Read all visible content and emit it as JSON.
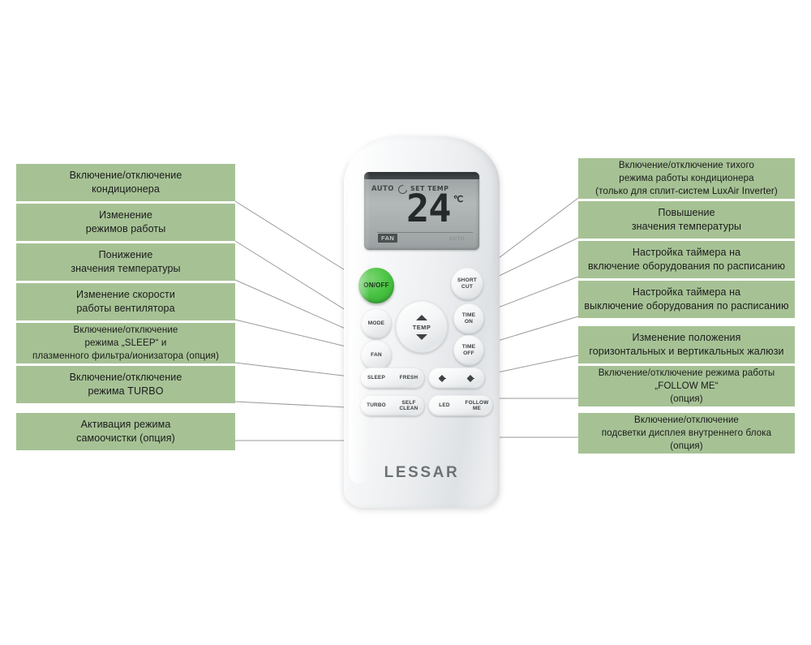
{
  "diagram": {
    "title": "LESSAR remote control button guide",
    "accent_green": "#a6c295",
    "wire_color": "#9a9a9a"
  },
  "left_callouts": [
    {
      "id": "power",
      "lines": [
        "Включение/отключение",
        "кондиционера"
      ]
    },
    {
      "id": "mode",
      "lines": [
        "Изменение",
        "режимов работы"
      ]
    },
    {
      "id": "temp-down",
      "lines": [
        "Понижение",
        "значения температуры"
      ]
    },
    {
      "id": "fan-speed",
      "lines": [
        "Изменение скорости",
        "работы вентилятора"
      ]
    },
    {
      "id": "sleep",
      "lines": [
        "Включение/отключение",
        "режима „SLEEP“ и",
        "плазменного фильтра/ионизатора (опция)"
      ]
    },
    {
      "id": "turbo",
      "lines": [
        "Включение/отключение",
        "режима TURBO"
      ]
    },
    {
      "id": "self-clean",
      "lines": [
        "Активация режима",
        "самоочистки (опция)"
      ]
    }
  ],
  "right_callouts": [
    {
      "id": "short-cut",
      "lines": [
        "Включение/отключение тихого",
        "режима работы кондиционера",
        "(только для сплит-систем LuxAir Inverter)"
      ]
    },
    {
      "id": "temp-up",
      "lines": [
        "Повышение",
        "значения температуры"
      ]
    },
    {
      "id": "timer-on",
      "lines": [
        "Настройка таймера на",
        "включение оборудования по расписанию"
      ]
    },
    {
      "id": "timer-off",
      "lines": [
        "Настройка таймера на",
        "выключение оборудования по расписанию"
      ]
    },
    {
      "id": "swing",
      "lines": [
        "Изменение положения",
        "горизонтальных и вертикальных жалюзи"
      ]
    },
    {
      "id": "follow-me",
      "lines": [
        "Включение/отключение режима работы",
        "„FOLLOW ME“",
        "(опция)"
      ]
    },
    {
      "id": "led",
      "lines": [
        "Включение/отключение",
        "подсветки дисплея внутреннего блока",
        "(опция)"
      ]
    }
  ],
  "remote": {
    "brand": "LESSAR",
    "display": {
      "mode_label": "AUTO",
      "set_temp_label": "SET TEMP",
      "temperature": "24",
      "unit": "℃",
      "fan_label": "FAN",
      "fan_speed": "AUTO"
    },
    "buttons": {
      "onoff": "ON/OFF",
      "mode": "MODE",
      "fan": "FAN",
      "temp": "TEMP",
      "short_cut_line1": "SHORT",
      "short_cut_line2": "CUT",
      "timer_on_line1": "TIME",
      "timer_on_line2": "ON",
      "timer_off_line1": "TIME",
      "timer_off_line2": "OFF",
      "sleep": "SLEEP",
      "fresh": "FRESH",
      "turbo": "TURBO",
      "self_clean_line1": "SELF",
      "self_clean_line2": "CLEAN",
      "led": "LED",
      "follow_me_line1": "FOLLOW",
      "follow_me_line2": "ME",
      "swing_vertical_icon": "swing-vertical-icon",
      "swing_horizontal_icon": "swing-horizontal-icon"
    }
  }
}
